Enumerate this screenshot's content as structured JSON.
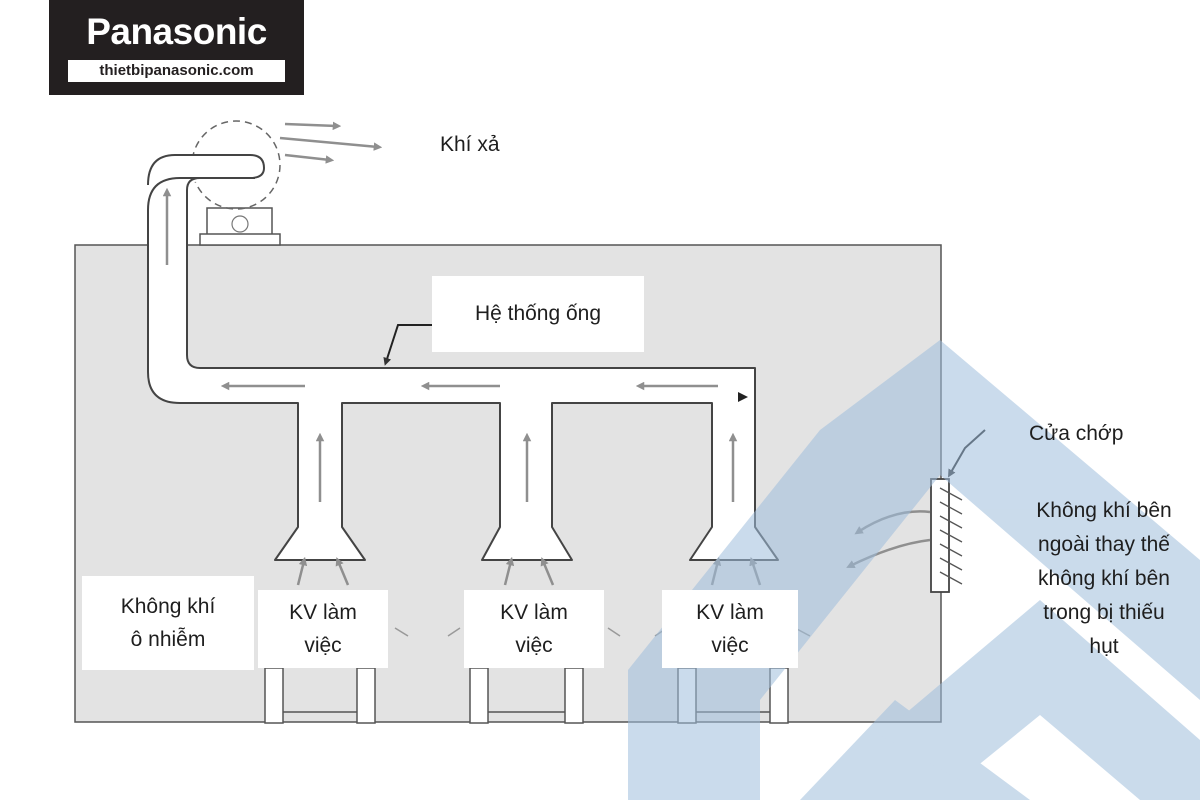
{
  "logo": {
    "brand": "Panasonic",
    "url": "thietbipanasonic.com"
  },
  "diagram": {
    "exhaust_label": "Khí xả",
    "duct_system_label": "Hệ thống ống",
    "louver_label": "Cửa chớp",
    "outside_air_label": [
      "Không khí bên",
      "ngoài thay thế",
      "không khí bên",
      "trong bị thiếu",
      "hụt"
    ],
    "polluted_air_label": [
      "Không khí",
      "ô nhiễm"
    ],
    "work_areas": [
      {
        "line1": "KV làm",
        "line2": "việc"
      },
      {
        "line1": "KV làm",
        "line2": "việc"
      },
      {
        "line1": "KV làm",
        "line2": "việc"
      }
    ]
  },
  "colors": {
    "room": "#e3e3e3",
    "outline": "#555555",
    "arrow": "#8f8f8f",
    "watermark": "#c3d6e8",
    "logo_bg": "#231f20"
  }
}
